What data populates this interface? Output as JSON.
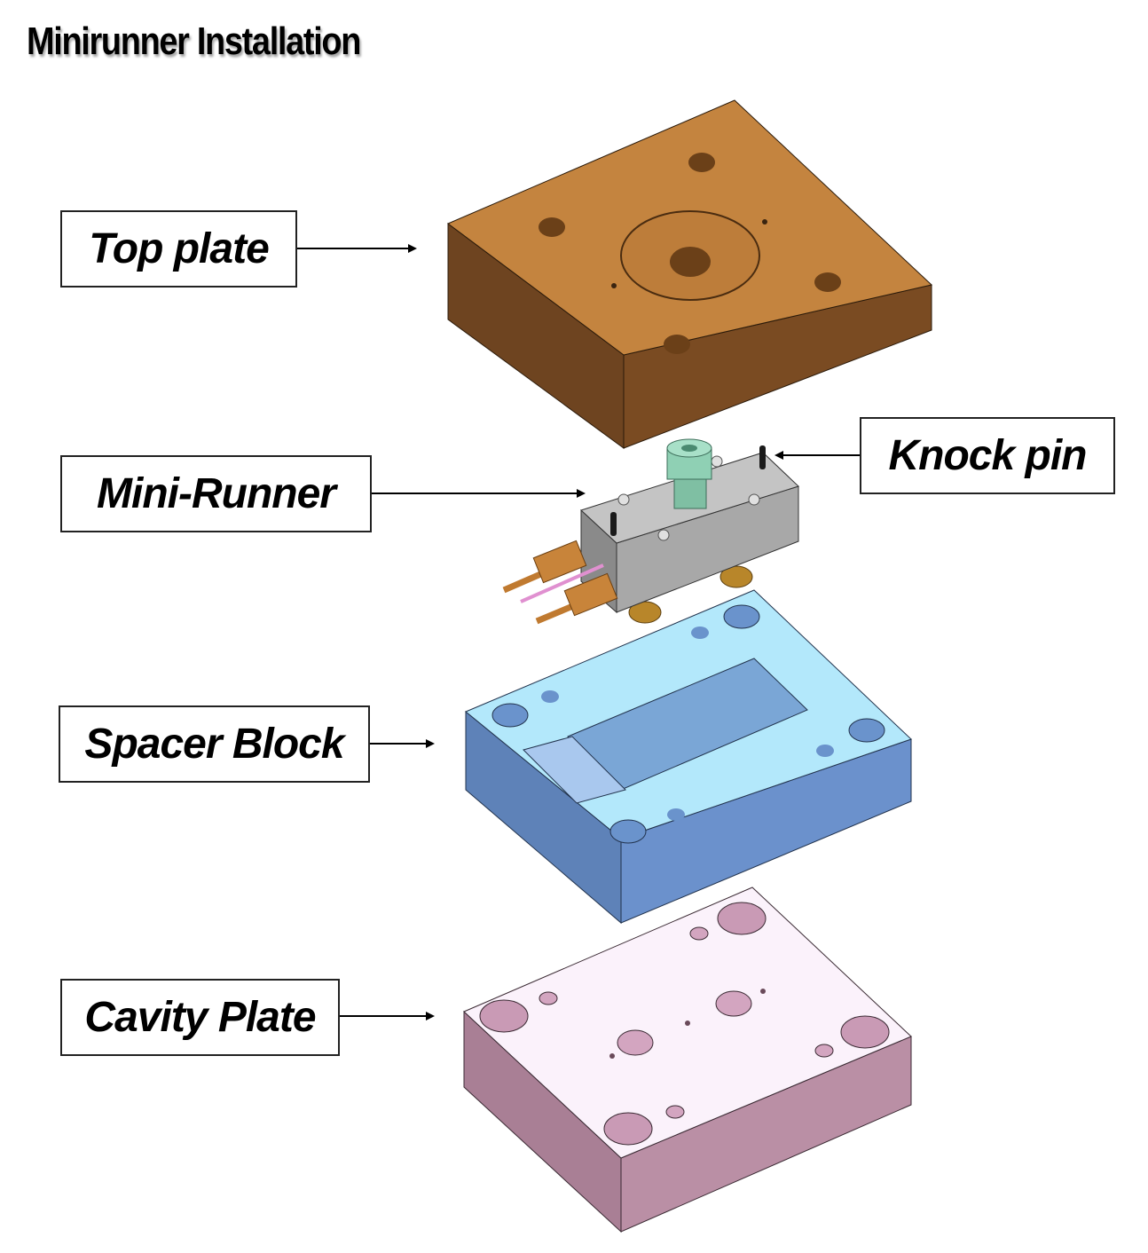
{
  "title": "Minirunner Installation",
  "labels": {
    "top_plate": "Top plate",
    "mini_runner": "Mini-Runner",
    "knock_pin": "Knock pin",
    "spacer_block": "Spacer Block",
    "cavity_plate": "Cavity Plate"
  },
  "colors": {
    "top_plate": "#c4843f",
    "mini_runner_body": "#bdbdbd",
    "nozzle": "#8fd0b4",
    "spacer_block": "#b3e8fb",
    "cavity_plate": "#fbf2fb"
  }
}
